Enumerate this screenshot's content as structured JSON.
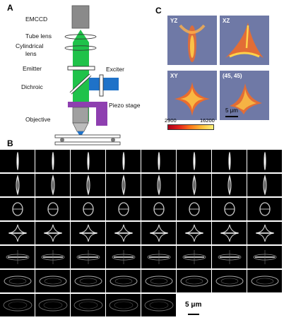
{
  "panels": {
    "a": "A",
    "b": "B",
    "c": "C"
  },
  "optics_labels": {
    "emccd": "EMCCD",
    "tube_lens": "Tube lens",
    "cylindrical_lens_1": "Cylindrical",
    "cylindrical_lens_2": "lens",
    "emitter": "Emitter",
    "exciter": "Exciter",
    "dichroic": "Dichroic",
    "piezo_stage": "Piezo stage",
    "objective": "Objective"
  },
  "projections": [
    {
      "label": "YZ"
    },
    {
      "label": "XZ"
    },
    {
      "label": "XY"
    },
    {
      "label": "(45, 45)"
    }
  ],
  "projection_scale_bar": "5 μm",
  "colorbar": {
    "min": "2900",
    "max": "16200"
  },
  "image_grid": {
    "rows": [
      {
        "count": 8,
        "pattern": "vertical-line"
      },
      {
        "count": 8,
        "pattern": "diamond"
      },
      {
        "count": 8,
        "pattern": "ring-small"
      },
      {
        "count": 8,
        "pattern": "star"
      },
      {
        "count": 8,
        "pattern": "horizontal-line"
      },
      {
        "count": 8,
        "pattern": "ellipse"
      },
      {
        "count": 5,
        "pattern": "ellipse-faint"
      }
    ]
  },
  "grid_scale_bar": "5 μm",
  "colors": {
    "beam": "#1fc24a",
    "camera": "#8a8a8a",
    "exciter": "#1f72c8",
    "stage": "#8e3fb0",
    "tile_bg": "#6f79a6",
    "blob": "#ff6a1a"
  }
}
